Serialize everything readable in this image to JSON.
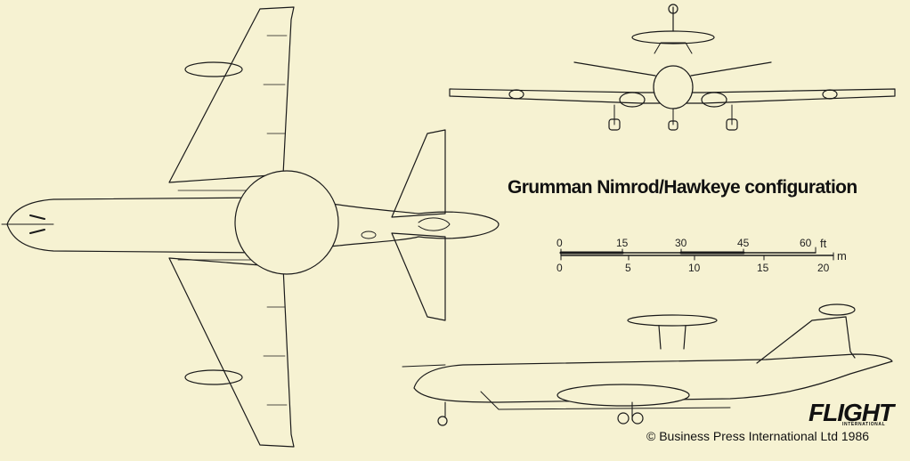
{
  "title": "Grumman Nimrod/Hawkeye configuration",
  "scale": {
    "feet": {
      "unit": "ft",
      "ticks": [
        "0",
        "15",
        "30",
        "45",
        "60"
      ]
    },
    "metres": {
      "unit": "m",
      "ticks": [
        "0",
        "5",
        "10",
        "15",
        "20"
      ]
    }
  },
  "logo": {
    "text": "FLIGHT",
    "subtext": "INTERNATIONAL"
  },
  "copyright": "© Business Press International Ltd 1986",
  "colors": {
    "paper": "#f6f2d2",
    "ink": "#1a1a1a"
  }
}
